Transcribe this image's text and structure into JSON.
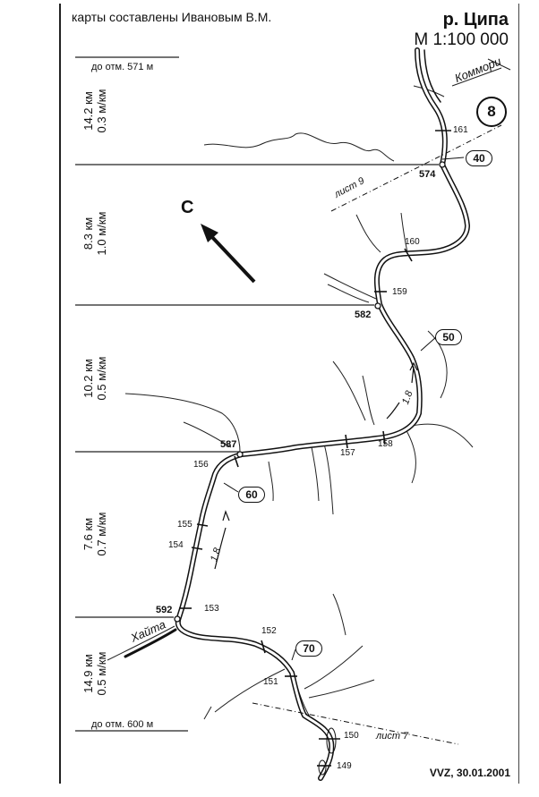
{
  "header": {
    "author": "карты составлены Ивановым В.М.",
    "river": "р. Ципа",
    "scale": "М 1:100 000",
    "sheet_number": "8"
  },
  "footer": {
    "signature": "VVZ, 30.01.2001"
  },
  "levels": {
    "top": "до отм. 571 м",
    "bottom": "до отм. 600 м"
  },
  "segments": [
    {
      "length": "14.2 км",
      "slope": "0.3 м/км"
    },
    {
      "length": "8.3 км",
      "slope": "1.0 м/км"
    },
    {
      "length": "10.2 км",
      "slope": "0.5 м/км"
    },
    {
      "length": "7.6 км",
      "slope": "0.7 м/км"
    },
    {
      "length": "14.9 км",
      "slope": "0.5 м/км"
    }
  ],
  "compass": {
    "label": "С"
  },
  "tributaries": {
    "kommori": "Коммори",
    "khaita": "Хайта"
  },
  "sheet_refs": {
    "north": "лист 9",
    "south": "лист 7"
  },
  "elevations": {
    "e574": "574",
    "e582": "582",
    "e587": "587",
    "e592": "592"
  },
  "km_markers": {
    "m161": "161",
    "m160": "160",
    "m159": "159",
    "m158": "158",
    "m157": "157",
    "m156": "156",
    "m155": "155",
    "m154": "154",
    "m153": "153",
    "m152": "152",
    "m151": "151",
    "m150": "150",
    "m149": "149"
  },
  "route_badges": {
    "b40": "40",
    "b50": "50",
    "b60": "60",
    "b70": "70"
  },
  "current": {
    "c1": "1.8",
    "c2": "1.8"
  },
  "colors": {
    "ink": "#111111",
    "paper": "#ffffff"
  }
}
